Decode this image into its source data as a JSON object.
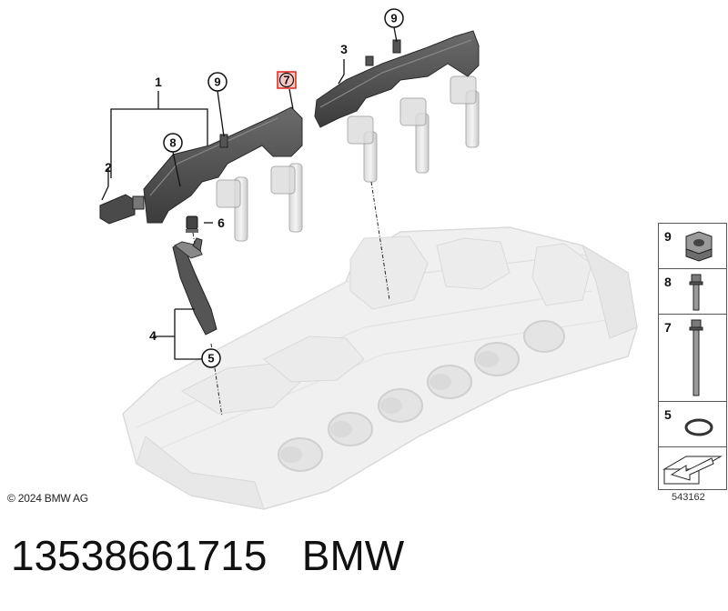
{
  "copyright": "© 2024 BMW AG",
  "diagram_id": "543162",
  "part_number": "13538661715",
  "brand": "BMW",
  "callouts": {
    "c1": "1",
    "c2": "2",
    "c3": "3",
    "c4": "4",
    "c5": "5",
    "c6": "6",
    "c7": "7",
    "c8": "8",
    "c9a": "9",
    "c9b": "9"
  },
  "legend": [
    {
      "number": "9",
      "part": "hex-nut-icon"
    },
    {
      "number": "8",
      "part": "short-bolt-icon"
    },
    {
      "number": "7",
      "part": "long-bolt-icon"
    },
    {
      "number": "5",
      "part": "o-ring-icon"
    },
    {
      "number": "",
      "part": "arrow-symbol-icon"
    }
  ],
  "highlight_color": "#e0261b"
}
